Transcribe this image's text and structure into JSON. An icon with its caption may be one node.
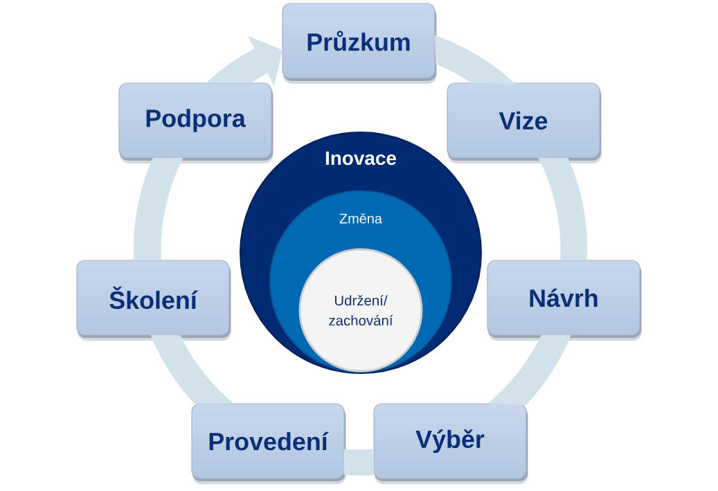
{
  "diagram": {
    "nodes": [
      {
        "text": [
          "Průzkum"
        ]
      },
      {
        "text": [
          "Podpora"
        ]
      },
      {
        "text": [
          "Vize"
        ]
      },
      {
        "text": [
          "Inovace"
        ]
      },
      {
        "text": [
          "Změna"
        ],
        "in": 3
      },
      {
        "text": [
          "Udržení/ zachování"
        ],
        "in": 4
      },
      {
        "text": [
          "Školení"
        ]
      },
      {
        "text": [
          "Návrh"
        ]
      },
      {
        "text": [
          "Provedení"
        ]
      },
      {
        "text": [
          "Výběr"
        ]
      }
    ],
    "edges": [
      {
        "from": 0,
        "to": 2,
        "arrow": "none"
      },
      {
        "from": 2,
        "to": 7,
        "arrow": "none"
      },
      {
        "from": 7,
        "to": 9,
        "arrow": "none"
      },
      {
        "from": 9,
        "to": 8,
        "arrow": "none"
      },
      {
        "from": 8,
        "to": 6,
        "arrow": "none"
      },
      {
        "from": 6,
        "to": 1,
        "arrow": "none"
      },
      {
        "from": 1,
        "to": 0,
        "arrow": "to"
      }
    ]
  }
}
